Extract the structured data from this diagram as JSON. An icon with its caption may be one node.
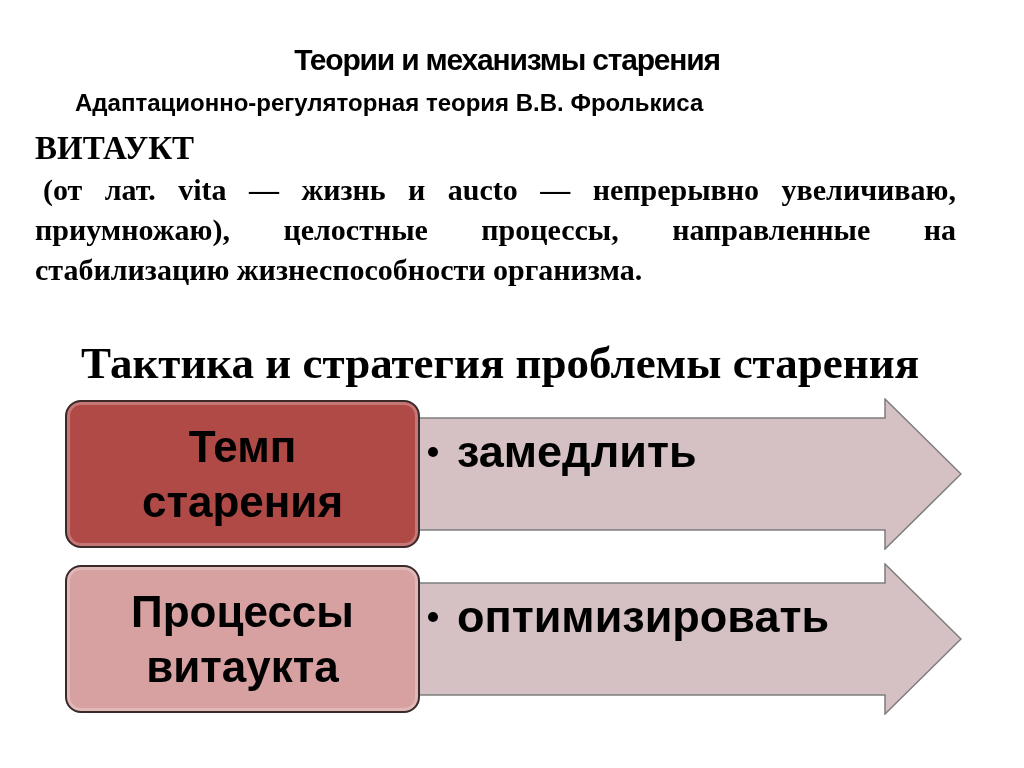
{
  "diagram": {
    "title": "Теории и механизмы старения",
    "nodes": [
      {
        "text": [
          "Темп старения"
        ]
      },
      {
        "text": [
          "замедлить"
        ]
      },
      {
        "text": [
          "Процессы витаукта"
        ]
      },
      {
        "text": [
          "оптимизировать"
        ]
      }
    ],
    "labels": [
      "Адаптационно-регуляторная теория В.В. Фролькиса",
      "ВИТАУКТ",
      "(от лат. vita — жизнь и aucto — непрерывно увеличиваю, приумножаю), целостные процессы, направленные на стабилизацию жизнеспособности организма.",
      "Тактика и стратегия проблемы старения"
    ]
  }
}
